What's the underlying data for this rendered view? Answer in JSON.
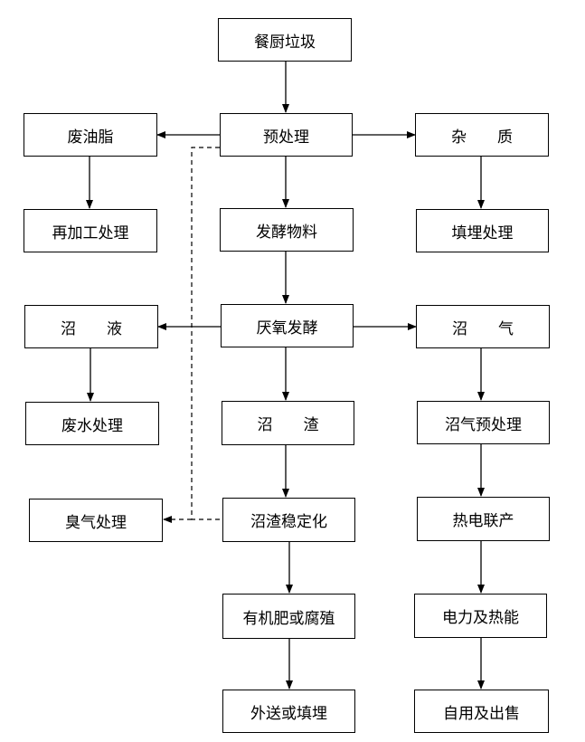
{
  "nodes": {
    "kitchen_waste": "餐厨垃圾",
    "pretreatment": "预处理",
    "waste_grease": "废油脂",
    "impurities": "杂　　质",
    "reprocessing": "再加工处理",
    "fermentation_material": "发酵物料",
    "landfill_treatment": "填埋处理",
    "biogas_slurry": "沼　　液",
    "anaerobic_digestion": "厌氧发酵",
    "biogas": "沼　　气",
    "wastewater_treatment": "废水处理",
    "digestate": "沼　　渣",
    "biogas_pretreatment": "沼气预处理",
    "odor_treatment": "臭气处理",
    "digestate_stabilization": "沼渣稳定化",
    "chp": "热电联产",
    "fertilizer_humus": "有机肥或腐殖",
    "power_heat": "电力及热能",
    "export_landfill": "外送或填埋",
    "self_use_sale": "自用及出售"
  }
}
